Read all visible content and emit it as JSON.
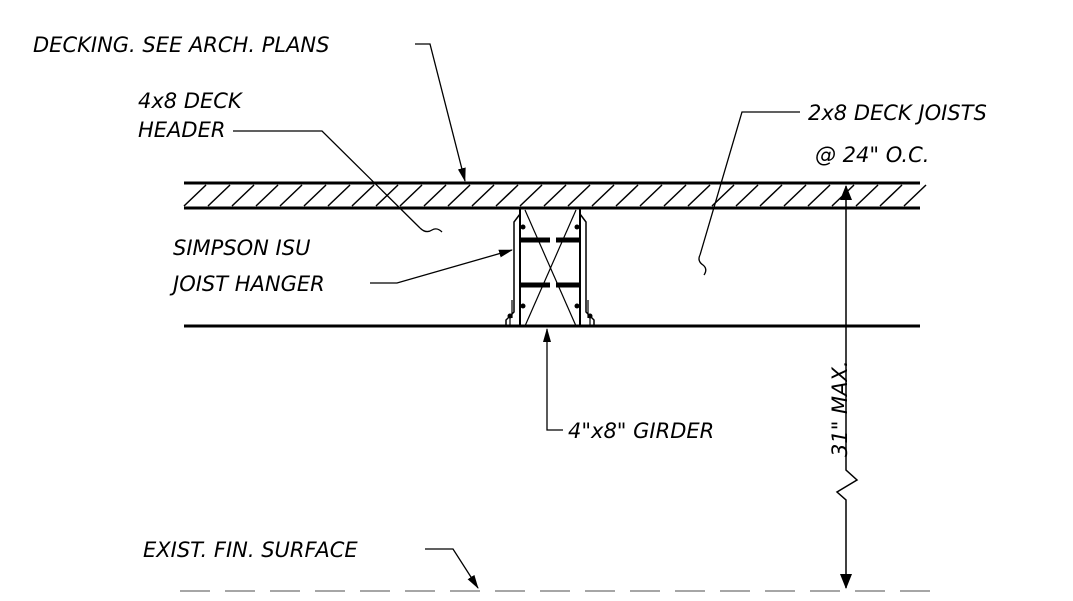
{
  "labels": {
    "decking": "DECKING. SEE ARCH. PLANS",
    "header_line1": "4x8 DECK",
    "header_line2": "HEADER",
    "joists_line1": "2x8 DECK JOISTS",
    "joists_line2": "@ 24\" O.C.",
    "hanger_line1": "SIMPSON ISU",
    "hanger_line2": "JOIST HANGER",
    "girder": "4\"x8\" GIRDER",
    "dimension": "31\" MAX.",
    "surface": "EXIST. FIN. SURFACE"
  }
}
